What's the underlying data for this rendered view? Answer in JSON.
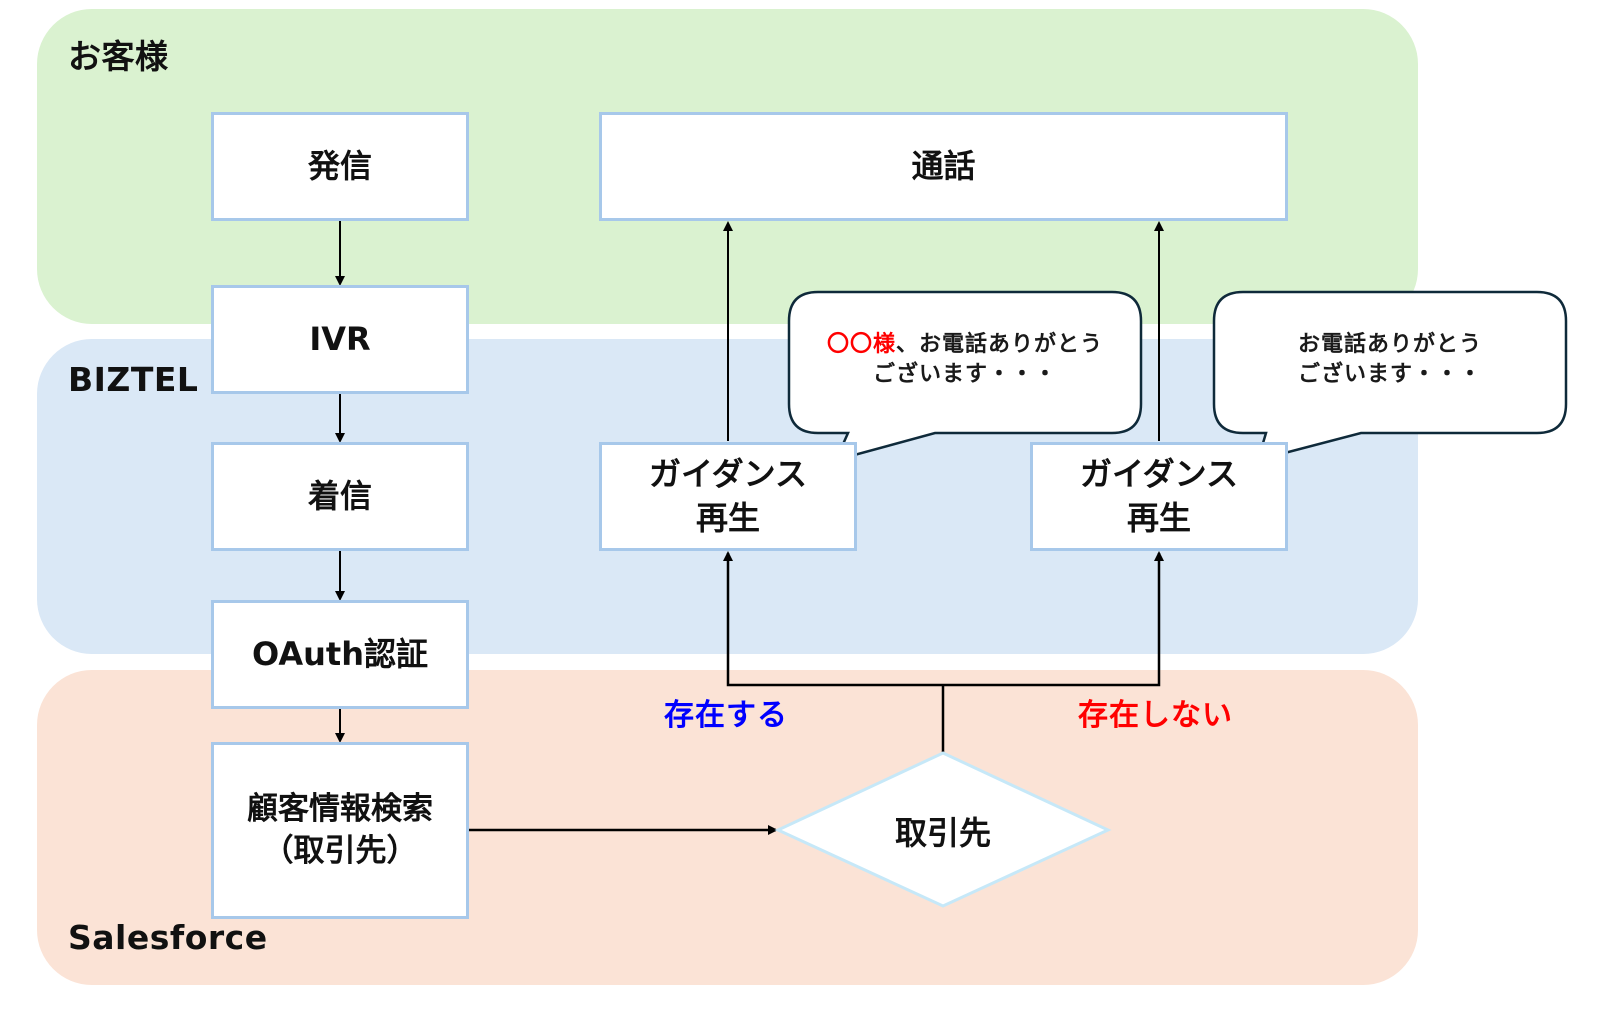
{
  "lanes": {
    "customer": {
      "label": "お客様",
      "color": "#DAF2D0"
    },
    "biztel": {
      "label": "BIZTEL",
      "color": "#DAE8F6"
    },
    "salesforce": {
      "label": "Salesforce",
      "color": "#FBE3D6"
    }
  },
  "nodes": {
    "outgoing_call": "発信",
    "ivr": "IVR",
    "incoming_call": "着信",
    "oauth": "OAuth認証",
    "customer_search": "顧客情報検索\n（取引先）",
    "call": "通話",
    "guidance_left": "ガイダンス\n再生",
    "guidance_right": "ガイダンス\n再生"
  },
  "decision": {
    "label": "取引先"
  },
  "branches": {
    "exists": {
      "label": "存在する",
      "color": "#0000FF"
    },
    "not_exists": {
      "label": "存在しない",
      "color": "#FF0000"
    }
  },
  "bubbles": {
    "left": {
      "highlight": "〇〇様",
      "line1_rest": "、お電話ありがとう",
      "line2": "ございます・・・"
    },
    "right": {
      "line1": "お電話ありがとう",
      "line2": "ございます・・・"
    }
  },
  "colors": {
    "node_border": "#A7C8EA",
    "decision_border": "#C6E8F8",
    "bubble_border": "#0F2A3A",
    "highlight": "#FF0000"
  }
}
